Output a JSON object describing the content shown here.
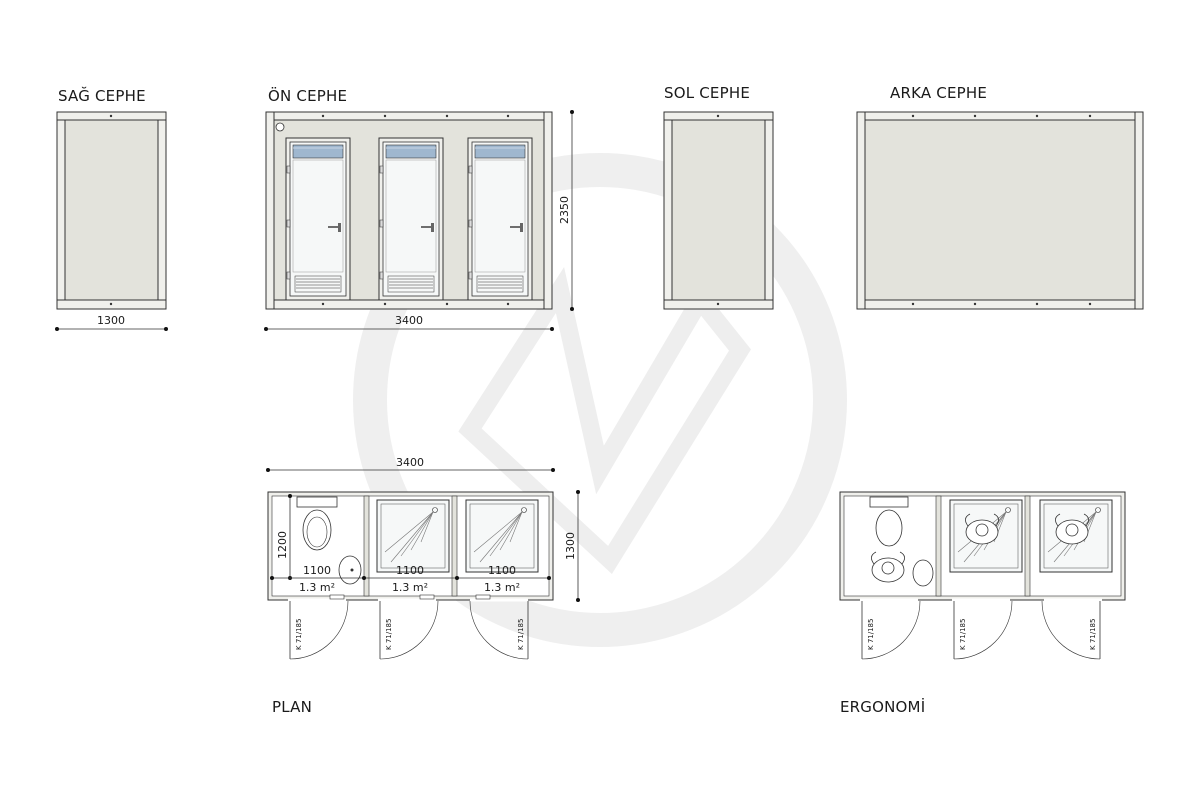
{
  "views": {
    "right_elevation": "SAĞ CEPHE",
    "front_elevation": "ÖN CEPHE",
    "left_elevation": "SOL CEPHE",
    "back_elevation": "ARKA CEPHE",
    "plan": "PLAN",
    "ergonomics": "ERGONOMİ"
  },
  "dimensions": {
    "side_width": "1300",
    "front_width": "3400",
    "front_height": "2350",
    "plan_width": "3400",
    "plan_depth": "1300",
    "wc_depth": "1200",
    "cabin_width_1": "1100",
    "cabin_width_2": "1100",
    "cabin_width_3": "1100"
  },
  "areas": [
    "1.3 m²",
    "1.3 m²",
    "1.3 m²"
  ],
  "door_codes": {
    "plan": [
      "K 71/185",
      "K 71/185",
      "K 71/185"
    ],
    "ergonomics": [
      "K 71/185",
      "K 71/185",
      "K 71/185"
    ]
  },
  "colors": {
    "panel_fill": "#e3e3dc",
    "frame_fill": "#f0f0ec",
    "line": "#333333",
    "glass": "#f6f8f8",
    "window_blue": "#9fb7cf",
    "watermark": "#ededed"
  }
}
